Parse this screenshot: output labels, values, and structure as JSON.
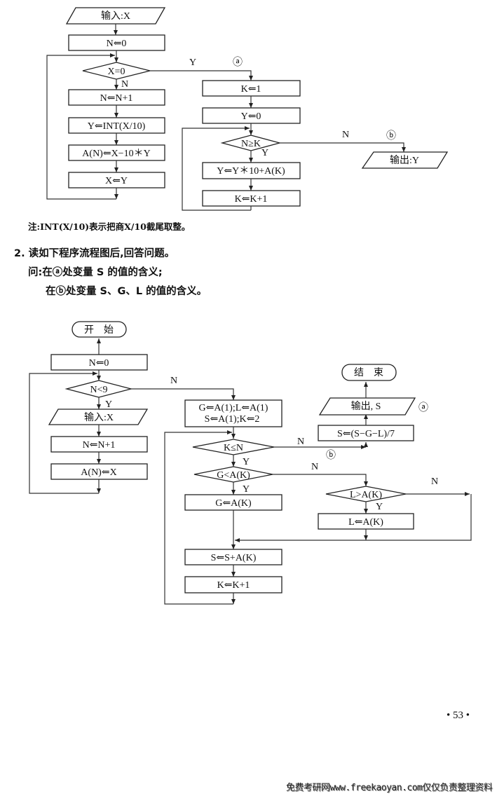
{
  "flowchart1": {
    "nodes": {
      "input_x": "输入:X",
      "n_init": "N⇐0",
      "cond_x0": "X=0",
      "n_inc": "N⇐N+1",
      "y_int": "Y⇐INT(X/10)",
      "a_n": "A(N)⇐X−10＊Y",
      "x_y": "X⇐Y",
      "k_init": "K⇐1",
      "y_init": "Y⇐0",
      "cond_nk": "N≥K",
      "y_calc": "Y⇐Y＊10+A(K)",
      "k_inc": "K⇐K+1",
      "output_y": "输出:Y"
    },
    "labels": {
      "x0_yes": "Y",
      "x0_no": "N",
      "nk_yes": "Y",
      "nk_no": "N",
      "mark_a": "ⓐ",
      "mark_b": "ⓑ"
    },
    "note": "注:INT(X/10)表示把商X/10截尾取整。"
  },
  "question": {
    "line1": "2. 读如下程序流程图后,回答问题。",
    "line2": "问:在ⓐ处变量 S 的值的含义;",
    "line3": "在ⓑ处变量 S、G、L 的值的含义。"
  },
  "flowchart2": {
    "nodes": {
      "start": "开　始",
      "n_init": "N⇐0",
      "cond_n9": "N<9",
      "input_x": "输入:X",
      "n_inc": "N⇐N+1",
      "a_n": "A(N)⇐X",
      "init_line1": "G⇐A(1);L⇐A(1)",
      "init_line2": "S⇐A(1);K⇐2",
      "cond_kn": "K≤N",
      "cond_ga": "G<A(K)",
      "g_set": "G⇐A(K)",
      "cond_la": "L>A(K)",
      "l_set": "L⇐A(K)",
      "s_add": "S⇐S+A(K)",
      "k_inc": "K⇐K+1",
      "s_calc": "S⇐(S−G−L)/7",
      "output_s": "输出, S",
      "end": "结　束"
    },
    "labels": {
      "n9_yes": "Y",
      "n9_no": "N",
      "kn_yes": "Y",
      "kn_no": "N",
      "ga_yes": "Y",
      "ga_no": "N",
      "la_yes": "Y",
      "la_no": "N",
      "mark_a": "ⓐ",
      "mark_b": "ⓑ"
    }
  },
  "page_number": "• 53 •",
  "footer": "免费考研网www.freekaoyan.com仅仅负责整理资料"
}
